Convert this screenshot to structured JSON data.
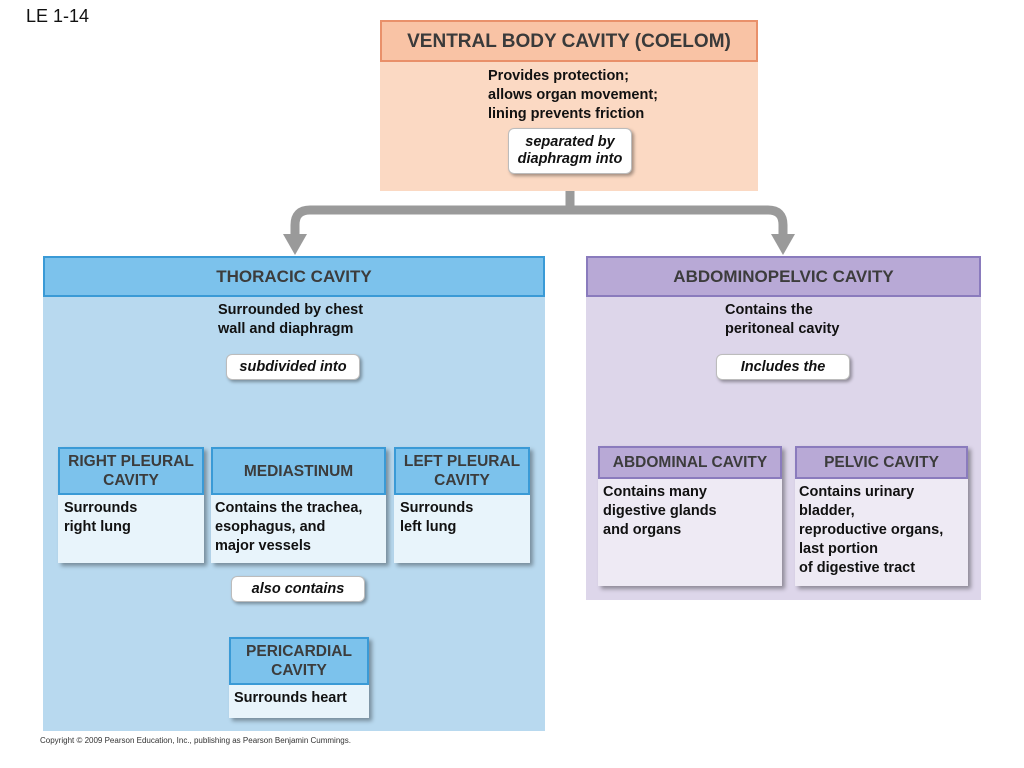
{
  "slide_label": "LE 1-14",
  "ventral": {
    "title": "VENTRAL BODY CAVITY (COELOM)",
    "lines": [
      "Provides protection;",
      "allows organ movement;",
      "lining prevents friction"
    ],
    "connector": [
      "separated by",
      "diaphragm into"
    ]
  },
  "thoracic": {
    "title": "THORACIC CAVITY",
    "lines": [
      "Surrounded by chest",
      "wall and diaphragm"
    ],
    "connector": "subdivided into",
    "right_pleural": {
      "title": [
        "RIGHT PLEURAL",
        "CAVITY"
      ],
      "lines": [
        "Surrounds",
        "right lung"
      ]
    },
    "mediastinum": {
      "title": "MEDIASTINUM",
      "lines": [
        "Contains the trachea,",
        "esophagus, and",
        "major vessels"
      ]
    },
    "left_pleural": {
      "title": [
        "LEFT PLEURAL",
        "CAVITY"
      ],
      "lines": [
        "Surrounds",
        "left lung"
      ]
    },
    "connector2": "also contains",
    "pericardial": {
      "title": [
        "PERICARDIAL",
        "CAVITY"
      ],
      "lines": [
        "Surrounds heart"
      ]
    }
  },
  "abdominopelvic": {
    "title": "ABDOMINOPELVIC CAVITY",
    "lines": [
      "Contains the",
      "peritoneal cavity"
    ],
    "connector": "Includes the",
    "abdominal": {
      "title": "ABDOMINAL CAVITY",
      "lines": [
        "Contains many",
        "digestive glands",
        "and organs"
      ]
    },
    "pelvic": {
      "title": "PELVIC CAVITY",
      "lines": [
        "Contains urinary",
        "bladder,",
        "reproductive organs,",
        "last portion",
        "of digestive tract"
      ]
    }
  },
  "copyright": "Copyright © 2009 Pearson Education, Inc., publishing as Pearson Benjamin Cummings.",
  "colors": {
    "ventral_body": "#fbd9c3",
    "ventral_header": "#f9c3a5",
    "ventral_border": "#e9906a",
    "thoracic_panel": "#b8d9ef",
    "thoracic_header": "#7cc2ec",
    "thoracic_border": "#3a9ad6",
    "abdominal_panel": "#ddd6ea",
    "abdominal_header": "#b8a9d6",
    "abdominal_border": "#8a7bbd",
    "sub_body_blue": "#e8f4fb",
    "sub_body_purple": "#eeeaf4",
    "arrow": "#9a9a9a"
  }
}
